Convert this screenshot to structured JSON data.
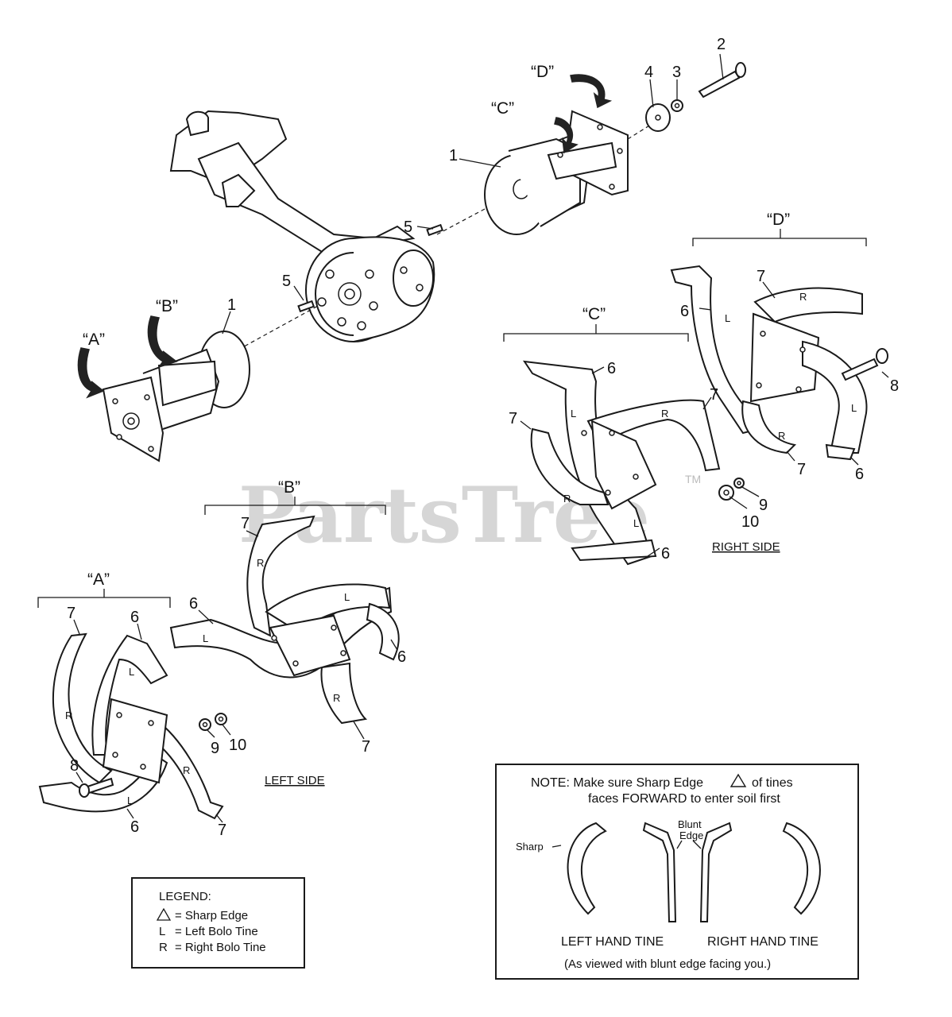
{
  "callouts": {
    "n1": "1",
    "n2": "2",
    "n3": "3",
    "n4": "4",
    "n5": "5",
    "n6": "6",
    "n7": "7",
    "n8": "8",
    "n9": "9",
    "n10": "10"
  },
  "groups": {
    "a": "“A”",
    "b": "“B”",
    "c": "“C”",
    "d": "“D”"
  },
  "tine_marks": {
    "left": "L",
    "right": "R"
  },
  "sides": {
    "left": "LEFT SIDE",
    "right": "RIGHT SIDE"
  },
  "watermark": {
    "text": "PartsTree",
    "tm": "TM"
  },
  "legend": {
    "title": "LEGEND:",
    "sharp": "= Sharp Edge",
    "left_symbol": "L",
    "left": "= Left Bolo Tine",
    "right_symbol": "R",
    "right": "= Right Bolo Tine"
  },
  "note": {
    "line1_a": "NOTE:  Make sure Sharp Edge",
    "line1_b": "of tines",
    "line2": "faces FORWARD to enter soil first",
    "sharp": "Sharp",
    "blunt1": "Blunt",
    "blunt2": "Edge",
    "left_tine": "LEFT HAND TINE",
    "right_tine": "RIGHT HAND TINE",
    "viewed": "(As viewed with blunt edge facing you.)"
  }
}
